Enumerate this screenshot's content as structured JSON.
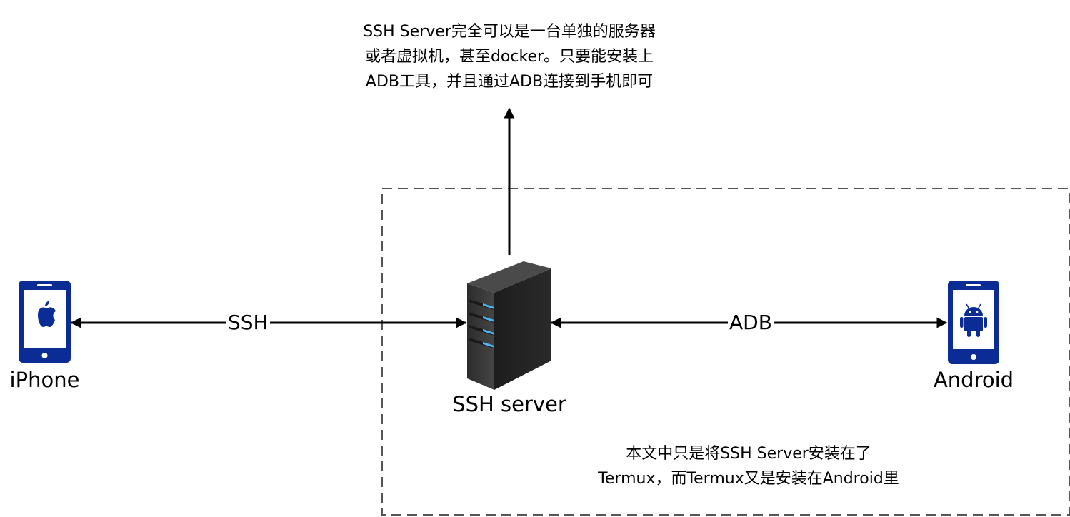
{
  "notes": {
    "top": {
      "line1": "SSH Server完全可以是一台单独的服务器",
      "line2": "或者虚拟机，甚至docker。只要能安装上",
      "line3": "ADB工具，并且通过ADB连接到手机即可"
    },
    "bottom": {
      "line1": "本文中只是将SSH Server安装在了",
      "line2": "Termux，而Termux又是安装在Android里"
    }
  },
  "nodes": {
    "iphone": {
      "label": "iPhone",
      "icon": "apple-phone-icon"
    },
    "server": {
      "label": "SSH server",
      "icon": "server-tower-icon"
    },
    "android": {
      "label": "Android",
      "icon": "android-phone-icon"
    }
  },
  "edges": {
    "ssh": {
      "label": "SSH"
    },
    "adb": {
      "label": "ADB"
    }
  },
  "colors": {
    "phone_frame": "#0b2c95",
    "server_body": "#3a3a3a",
    "server_led": "#4fb3f0",
    "line": "#000000",
    "dashed_box": "#555555"
  }
}
